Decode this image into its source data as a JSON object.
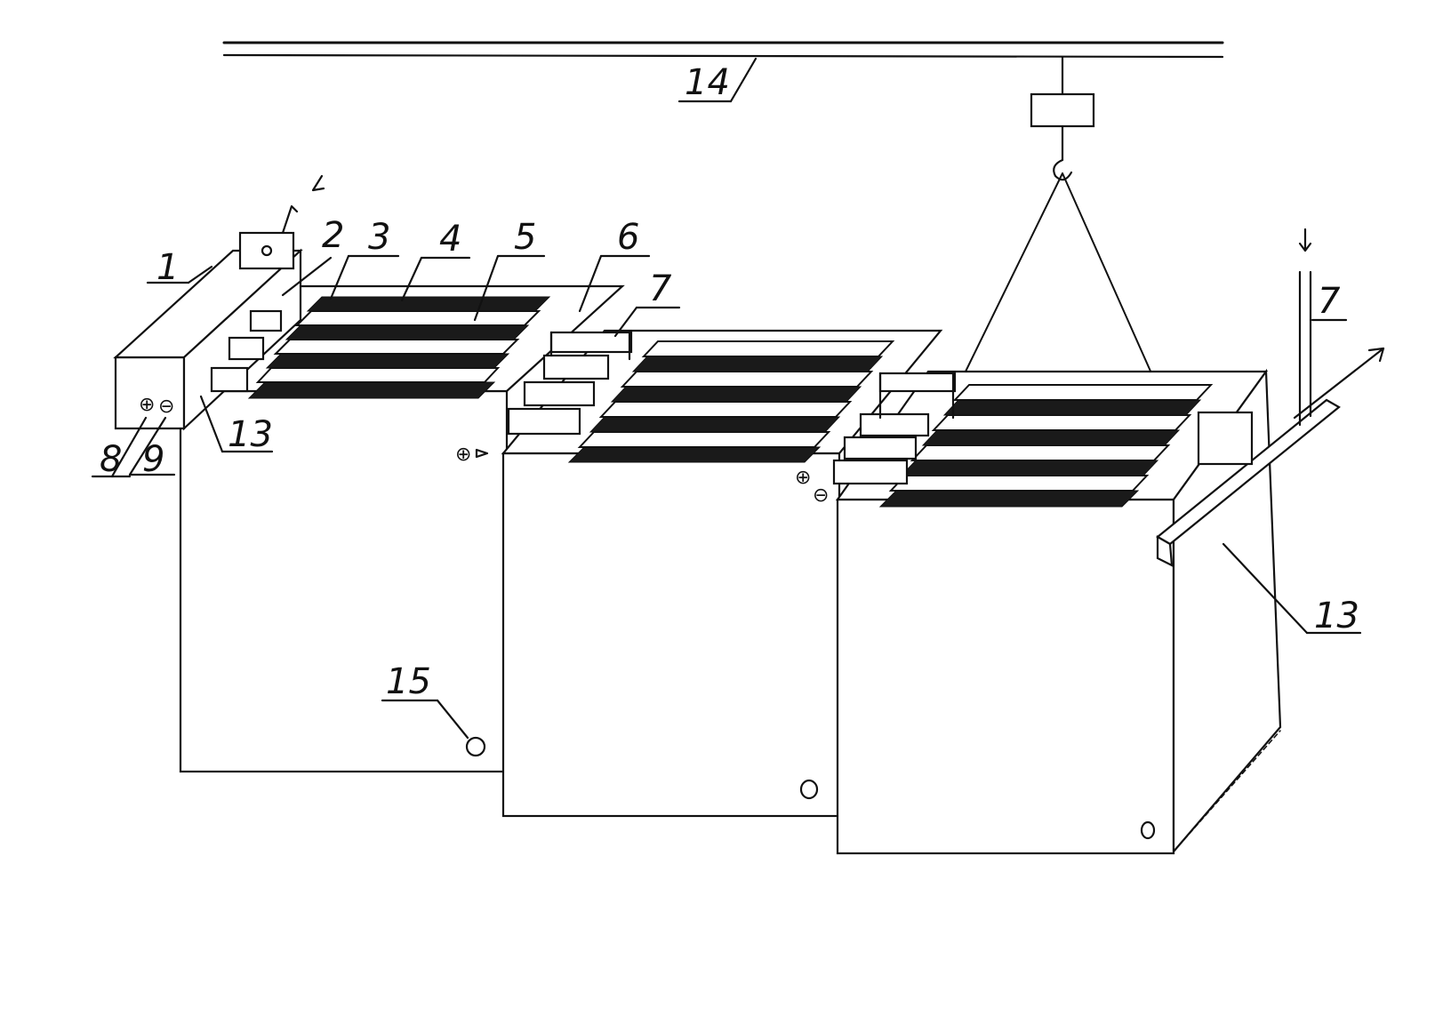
{
  "callouts": [
    {
      "id": "1",
      "text": "1"
    },
    {
      "id": "2",
      "text": "2"
    },
    {
      "id": "3",
      "text": "3"
    },
    {
      "id": "4",
      "text": "4"
    },
    {
      "id": "5",
      "text": "5"
    },
    {
      "id": "6",
      "text": "6"
    },
    {
      "id": "7a",
      "text": "7"
    },
    {
      "id": "7b",
      "text": "7"
    },
    {
      "id": "8",
      "text": "8"
    },
    {
      "id": "9",
      "text": "9"
    },
    {
      "id": "13a",
      "text": "13"
    },
    {
      "id": "13b",
      "text": "13"
    },
    {
      "id": "14",
      "text": "14"
    },
    {
      "id": "15",
      "text": "15"
    }
  ],
  "polarity": {
    "positive": "⊕",
    "negative": "⊖"
  }
}
